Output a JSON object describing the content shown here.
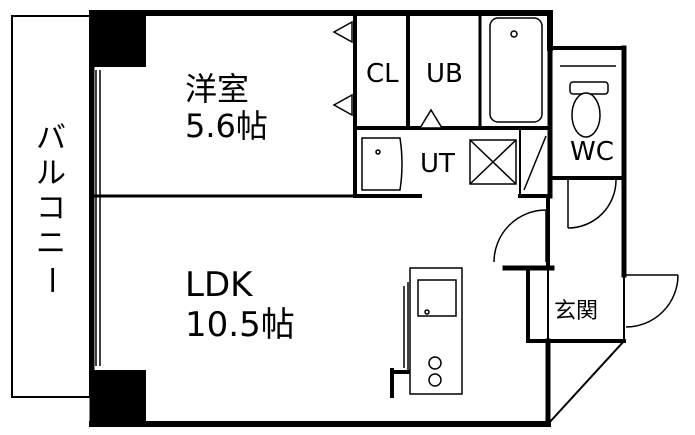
{
  "floorplan": {
    "rooms": {
      "western_room": {
        "name": "洋室",
        "size": "5.6帖"
      },
      "closet": {
        "name": "CL"
      },
      "unit_bath": {
        "name": "UB"
      },
      "utility": {
        "name": "UT"
      },
      "toilet": {
        "name": "WC"
      },
      "ldk": {
        "name": "LDK",
        "size": "10.5帖"
      },
      "entrance": {
        "name": "玄関"
      },
      "balcony": {
        "chars": [
          "バ",
          "ル",
          "コ",
          "ニ",
          "ー"
        ]
      }
    },
    "colors": {
      "wall": "#000000",
      "background": "#ffffff"
    }
  }
}
